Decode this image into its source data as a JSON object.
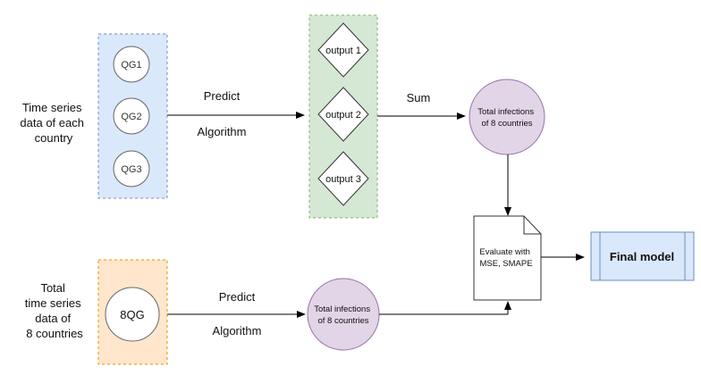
{
  "colors": {
    "group_blue_fill": "#dae8fc",
    "group_blue_stroke": "#6c8ebf",
    "group_green_fill": "#d5e8d4",
    "group_green_stroke": "#82b366",
    "group_orange_fill": "#ffe6cc",
    "group_orange_stroke": "#d79b00",
    "purple_fill": "#e1d5e7",
    "purple_stroke": "#9673a6",
    "final_fill": "#dae8fc",
    "final_stroke": "#6c8ebf"
  },
  "top": {
    "input_label": [
      "Time series",
      "data of each",
      "country"
    ],
    "nodes": [
      "QG1",
      "QG2",
      "QG3"
    ],
    "predict": "Predict",
    "algorithm": "Algorithm",
    "outputs": [
      "output 1",
      "output 2",
      "output 3"
    ],
    "sum": "Sum",
    "total": [
      "Total infections",
      "of 8 countries"
    ]
  },
  "bottom": {
    "input_label": [
      "Total",
      "time series",
      "data of",
      "8 countries"
    ],
    "node": "8QG",
    "predict": "Predict",
    "algorithm": "Algorithm",
    "total": [
      "Total infections",
      "of 8 countries"
    ]
  },
  "evaluate": [
    "Evaluate with",
    "MSE, SMAPE"
  ],
  "final": "Final model"
}
